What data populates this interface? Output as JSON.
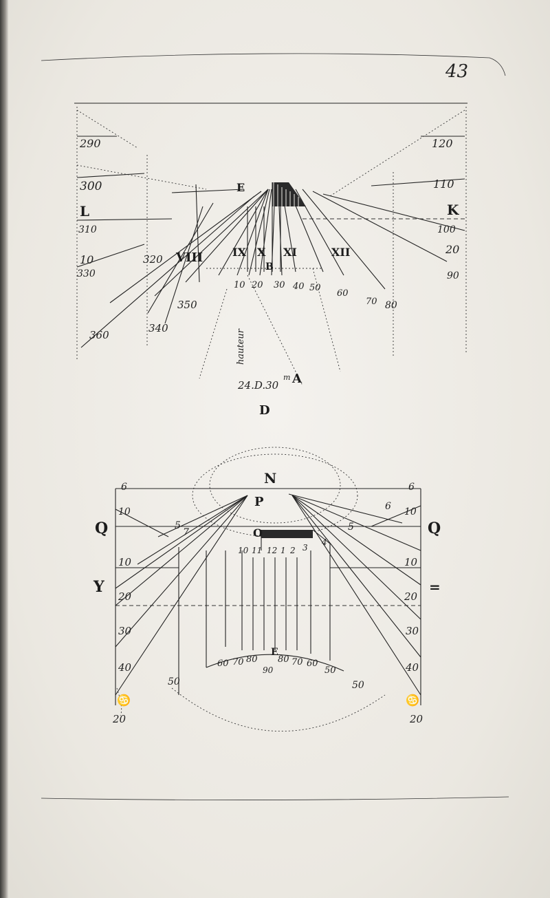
{
  "page_number": "43",
  "upper_dial": {
    "left_labels": [
      "290",
      "300",
      "L",
      "310",
      "10",
      "320",
      "330",
      "340",
      "350",
      "360"
    ],
    "right_labels": [
      "120",
      "110",
      "K",
      "100",
      "20",
      "90",
      "80"
    ],
    "hour_numerals": [
      "VIII",
      "IX",
      "X",
      "XI",
      "XII",
      "B"
    ],
    "arc_numbers": [
      "10",
      "20",
      "30",
      "40",
      "50",
      "60",
      "70"
    ],
    "style_letter": "E",
    "vertical_text": "24.D.30m",
    "vertical_text_2": "hauteur",
    "center_label": "24.D.30",
    "center_superscript": "m",
    "center_letter": "A",
    "bottom_letter": "D"
  },
  "lower_dial": {
    "top_letter": "N",
    "apex_letter": "P",
    "center_letter": "O",
    "mid_letter": "E",
    "left_side_letters": [
      "Q",
      "Y"
    ],
    "right_side_letters": [
      "Q",
      "="
    ],
    "left_labels": [
      "10",
      "10",
      "20",
      "30",
      "40",
      "50"
    ],
    "right_labels": [
      "10",
      "10",
      "20",
      "30",
      "40",
      "50"
    ],
    "corner_left_top": "6",
    "corner_right_top": "6",
    "corner_left_bottom": "20",
    "corner_right_bottom": "20",
    "sign_left": "♋",
    "sign_right": "♋",
    "inner_top_numbers": [
      "10",
      "11",
      "12",
      "1",
      "2",
      "3",
      "4"
    ],
    "arc_numbers": [
      "60",
      "70",
      "80",
      "80",
      "70",
      "60",
      "50"
    ],
    "arc_center_label": "90",
    "side_numbers_left": [
      "5",
      "7"
    ],
    "side_numbers_right": [
      "5",
      "6"
    ]
  }
}
